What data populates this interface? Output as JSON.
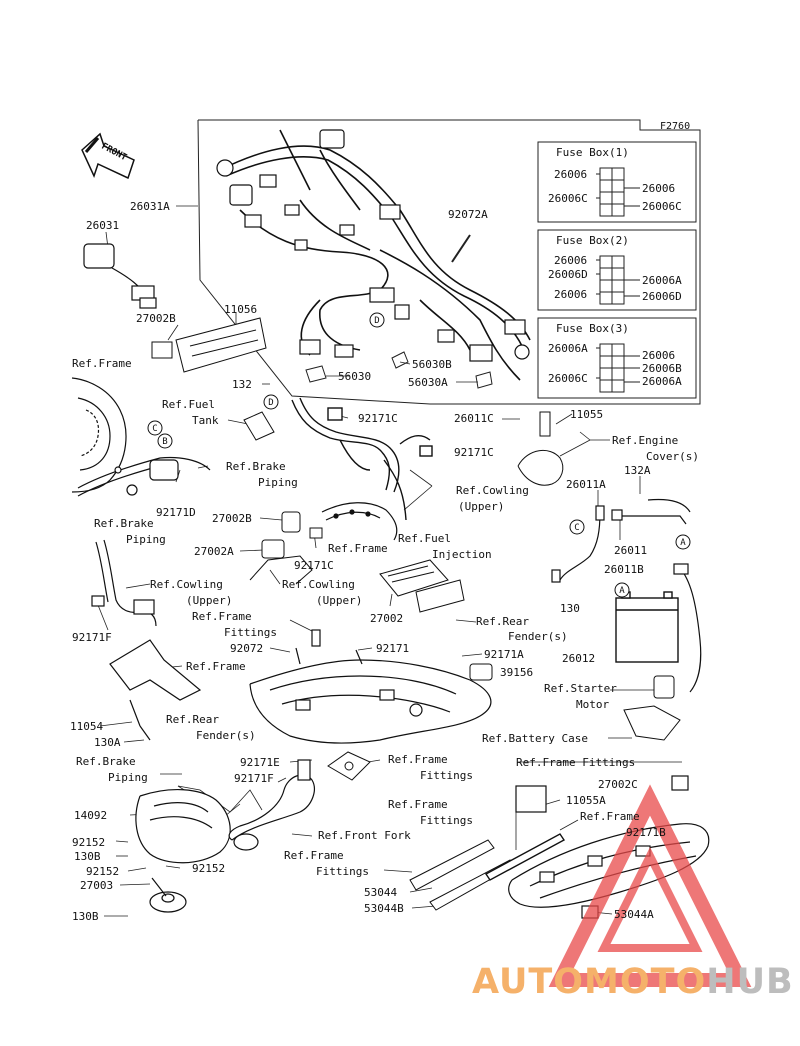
{
  "figure_code": "F2760",
  "front_label": "FRONT",
  "fuse_boxes": [
    {
      "title": "Fuse Box(1)",
      "left": [
        "26006",
        "26006C"
      ],
      "right": [
        "26006",
        "26006C"
      ]
    },
    {
      "title": "Fuse Box(2)",
      "left": [
        "26006",
        "26006D",
        "26006"
      ],
      "right": [
        "26006A",
        "26006D"
      ]
    },
    {
      "title": "Fuse Box(3)",
      "left": [
        "26006A",
        "26006C"
      ],
      "right": [
        "26006",
        "26006B",
        "26006A"
      ]
    }
  ],
  "circle_markers": {
    "a": "A",
    "b": "B",
    "c": "C",
    "d": "D"
  },
  "labels": {
    "p26031A": "26031A",
    "p26031": "26031",
    "p92072A": "92072A",
    "p27002B_top": "27002B",
    "p11056": "11056",
    "p56030": "56030",
    "p56030B": "56030B",
    "p56030A": "56030A",
    "p26011C": "26011C",
    "p11055": "11055",
    "ref_frame_1": "Ref.Frame",
    "p132": "132",
    "ref_fuel_tank_1": "Ref.Fuel",
    "ref_fuel_tank_2": "Tank",
    "p92171C_1": "92171C",
    "p92171C_2": "92171C",
    "ref_engine_cover_1": "Ref.Engine",
    "ref_engine_cover_2": "Cover(s)",
    "ref_brake_piping_1a": "Ref.Brake",
    "ref_brake_piping_1b": "Piping",
    "p132A": "132A",
    "ref_cowling_1a": "Ref.Cowling",
    "ref_cowling_1b": "(Upper)",
    "p26011A": "26011A",
    "p92171D": "92171D",
    "ref_brake_piping_2a": "Ref.Brake",
    "ref_brake_piping_2b": "Piping",
    "p27002B_mid": "27002B",
    "ref_fuel_inj_1": "Ref.Fuel",
    "ref_fuel_inj_2": "Injection",
    "ref_frame_2": "Ref.Frame",
    "p26011": "26011",
    "p27002A": "27002A",
    "p92171C_3": "92171C",
    "p26011B": "26011B",
    "ref_cowling_2a": "Ref.Cowling",
    "ref_cowling_2b": "(Upper)",
    "ref_cowling_3a": "Ref.Cowling",
    "ref_cowling_3b": "(Upper)",
    "p130": "130",
    "p92171F": "92171F",
    "ref_frame_fit_1a": "Ref.Frame",
    "ref_frame_fit_1b": "Fittings",
    "p27002": "27002",
    "ref_rear_fender_1a": "Ref.Rear",
    "ref_rear_fender_1b": "Fender(s)",
    "p92072": "92072",
    "p92171": "92171",
    "p92171A": "92171A",
    "p26012": "26012",
    "ref_frame_3": "Ref.Frame",
    "p39156": "39156",
    "ref_starter_1": "Ref.Starter",
    "ref_starter_2": "Motor",
    "p11054": "11054",
    "ref_rear_fender_2a": "Ref.Rear",
    "ref_rear_fender_2b": "Fender(s)",
    "p130A": "130A",
    "ref_battery_case": "Ref.Battery Case",
    "ref_brake_piping_3a": "Ref.Brake",
    "ref_brake_piping_3b": "Piping",
    "p92171E": "92171E",
    "ref_frame_fit_2a": "Ref.Frame",
    "ref_frame_fit_2b": "Fittings",
    "ref_frame_fit_3": "Ref.Frame Fittings",
    "p92171F_b": "92171F",
    "p27002C": "27002C",
    "p14092": "14092",
    "ref_frame_fit_4a": "Ref.Frame",
    "ref_frame_fit_4b": "Fittings",
    "p11055A": "11055A",
    "ref_frame_4": "Ref.Frame",
    "ref_front_fork": "Ref.Front Fork",
    "p92152_1": "92152",
    "p92171B": "92171B",
    "p130B_1": "130B",
    "ref_frame_fit_5a": "Ref.Frame",
    "ref_frame_fit_5b": "Fittings",
    "p92152_2": "92152",
    "p92152_3": "92152",
    "p27003": "27003",
    "p53044": "53044",
    "p53044B": "53044B",
    "p53044A": "53044A",
    "p130B_2": "130B"
  },
  "watermark": {
    "part1": "AUTOMOTO",
    "part2": "HUB",
    "color1": "#f5b16a",
    "color2": "#bdbdbd",
    "triangle_color": "#e84a4a"
  }
}
